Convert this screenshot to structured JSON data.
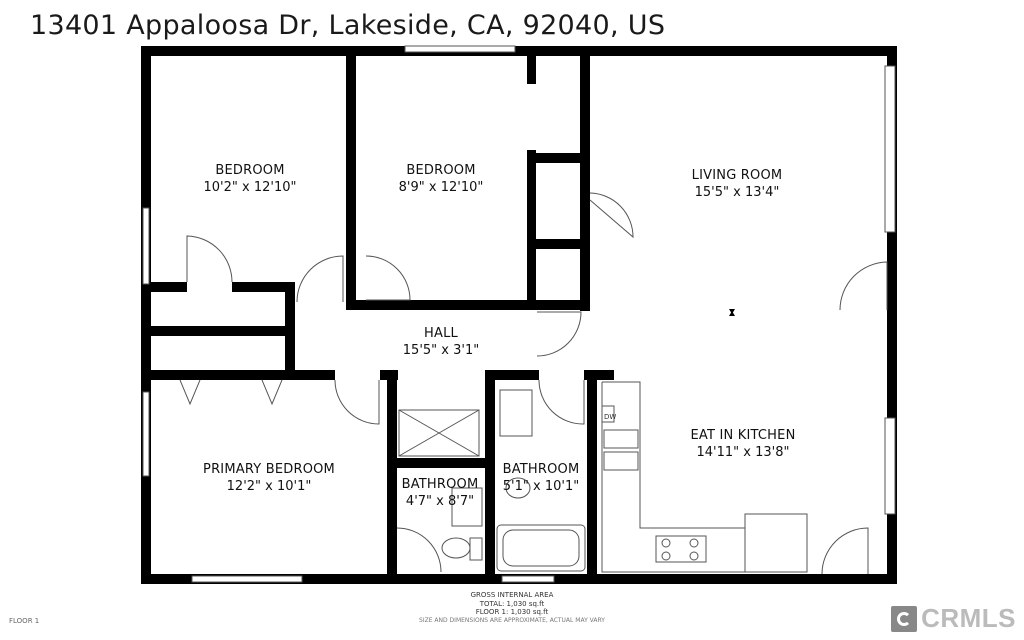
{
  "header": {
    "address": "13401 Appaloosa Dr, Lakeside, CA, 92040, US"
  },
  "rooms": [
    {
      "name": "BEDROOM",
      "dims": "10'2\" x 12'10\""
    },
    {
      "name": "BEDROOM",
      "dims": "8'9\" x 12'10\""
    },
    {
      "name": "LIVING ROOM",
      "dims": "15'5\" x 13'4\""
    },
    {
      "name": "HALL",
      "dims": "15'5\" x 3'1\""
    },
    {
      "name": "EAT IN KITCHEN",
      "dims": "14'11\" x 13'8\""
    },
    {
      "name": "PRIMARY BEDROOM",
      "dims": "12'2\" x 10'1\""
    },
    {
      "name": "BATHROOM",
      "dims": "4'7\" x 8'7\""
    },
    {
      "name": "BATHROOM",
      "dims": "5'1\" x 10'1\""
    }
  ],
  "appliance": {
    "dw": "DW"
  },
  "footer": {
    "gross_title": "GROSS INTERNAL AREA",
    "total": "TOTAL: 1,030 sq.ft",
    "floor_area": "FLOOR 1: 1,030 sq.ft",
    "disclaimer": "SIZE AND DIMENSIONS ARE APPROXIMATE, ACTUAL MAY VARY",
    "floor_label": "FLOOR 1"
  },
  "brand": {
    "name": "CRMLS"
  }
}
